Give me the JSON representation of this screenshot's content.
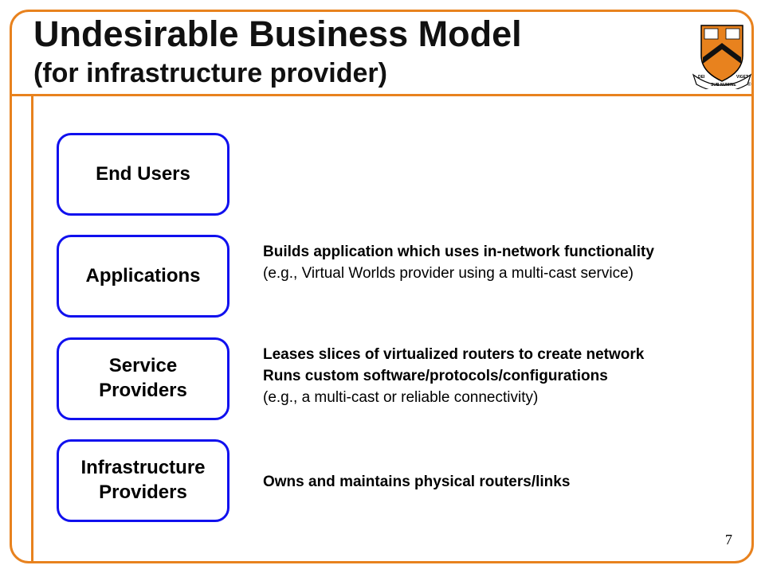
{
  "slide": {
    "title_line1": "Undesirable Business Model",
    "title_line2": "(for infrastructure provider)",
    "page_number": "7",
    "accent_color": "#e8821e",
    "box_border_color": "#1010ee"
  },
  "logo": {
    "icon": "university-shield-icon",
    "top_text": "DEI",
    "bottom_text": "SUB NUMINE",
    "right_text": "VIGET",
    "registered": "®"
  },
  "layers": [
    {
      "line1": "End Users",
      "line2": ""
    },
    {
      "line1": "Applications",
      "line2": ""
    },
    {
      "line1": "Service",
      "line2": "Providers"
    },
    {
      "line1": "Infrastructure",
      "line2": "Providers"
    }
  ],
  "descriptions": {
    "applications": {
      "bold": "Builds application which uses in-network functionality",
      "normal": "(e.g., Virtual Worlds provider using a multi-cast service)"
    },
    "service_providers": {
      "bold1": "Leases slices of virtualized routers to create network",
      "bold2": "Runs custom software/protocols/configurations",
      "normal": "(e.g., a multi-cast or reliable connectivity)"
    },
    "infrastructure_providers": {
      "bold": "Owns and maintains physical routers/links"
    }
  }
}
